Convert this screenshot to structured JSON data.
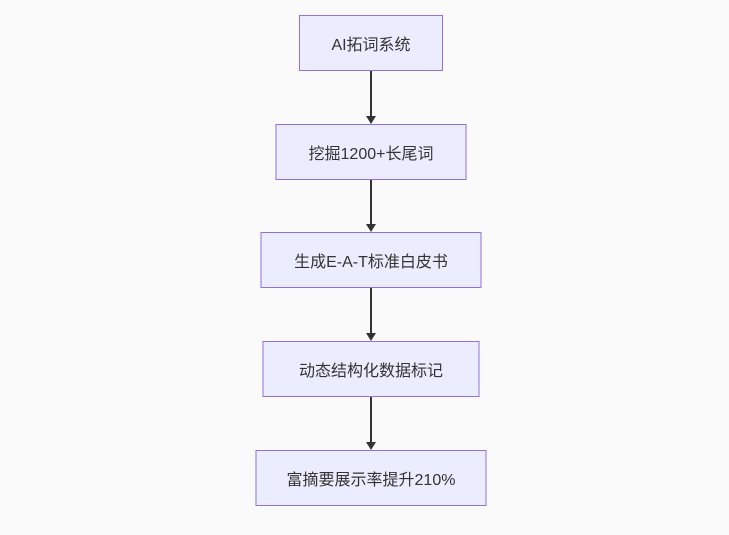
{
  "diagram": {
    "type": "flowchart-vertical",
    "colors": {
      "background": "#fafafa",
      "node_fill": "#ECECFF",
      "node_border": "#9370DB",
      "text_color": "#333333",
      "arrow_color": "#333333"
    },
    "nodes": [
      {
        "id": "node-1",
        "label": "AI拓词系统"
      },
      {
        "id": "node-2",
        "label": "挖掘1200+长尾词"
      },
      {
        "id": "node-3",
        "label": "生成E-A-T标准白皮书"
      },
      {
        "id": "node-4",
        "label": "动态结构化数据标记"
      },
      {
        "id": "node-5",
        "label": "富摘要展示率提升210%"
      }
    ],
    "edges": [
      {
        "from": "node-1",
        "to": "node-2",
        "direction": "down"
      },
      {
        "from": "node-2",
        "to": "node-3",
        "direction": "down"
      },
      {
        "from": "node-3",
        "to": "node-4",
        "direction": "down"
      },
      {
        "from": "node-4",
        "to": "node-5",
        "direction": "down"
      }
    ]
  }
}
